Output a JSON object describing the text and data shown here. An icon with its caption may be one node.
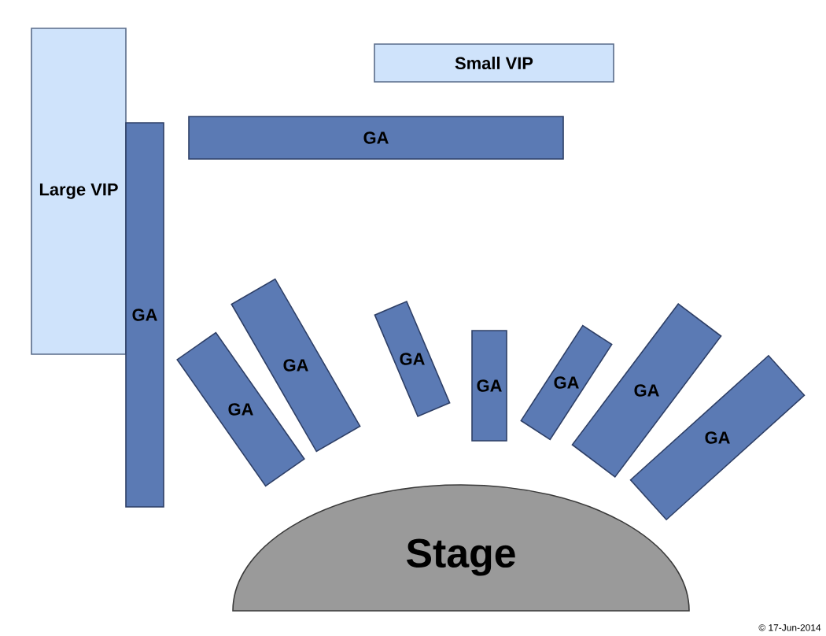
{
  "diagram": {
    "nodes": [
      {
        "text": [
          "Large VIP"
        ]
      },
      {
        "text": [
          "Small VIP"
        ]
      },
      {
        "text": [
          "GA"
        ]
      },
      {
        "text": [
          "GA"
        ]
      },
      {
        "text": [
          "GA"
        ]
      },
      {
        "text": [
          "GA"
        ]
      },
      {
        "text": [
          "GA"
        ]
      },
      {
        "text": [
          "GA"
        ]
      },
      {
        "text": [
          "GA"
        ]
      },
      {
        "text": [
          "GA"
        ]
      },
      {
        "text": [
          "GA"
        ]
      },
      {
        "text": [
          "Stage"
        ]
      }
    ],
    "labels": [
      "© 17-Jun-2014"
    ]
  }
}
